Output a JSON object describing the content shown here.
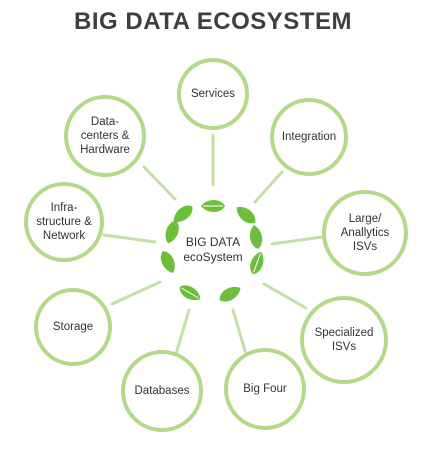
{
  "title": "BIG DATA ECOSYSTEM",
  "center": {
    "label": "BIG DATA\necoSystem"
  },
  "nodes": [
    {
      "id": "services",
      "label": "Services"
    },
    {
      "id": "integration",
      "label": "Integration"
    },
    {
      "id": "large-analytics-isvs",
      "label": "Large/\nAnallytics\nISVs"
    },
    {
      "id": "specialized-isvs",
      "label": "Specialized\nISVs"
    },
    {
      "id": "big-four",
      "label": "Big Four"
    },
    {
      "id": "databases",
      "label": "Databases"
    },
    {
      "id": "storage",
      "label": "Storage"
    },
    {
      "id": "infrastructure-network",
      "label": "Infra-\nstructure &\nNetwork"
    },
    {
      "id": "datacenters-hardware",
      "label": "Data-\ncenters &\nHardware"
    }
  ],
  "colors": {
    "ring": "#b5d98a",
    "leaf": "#6bbf3a",
    "title": "#3f3f3f",
    "connector": "#c5e0a5"
  }
}
